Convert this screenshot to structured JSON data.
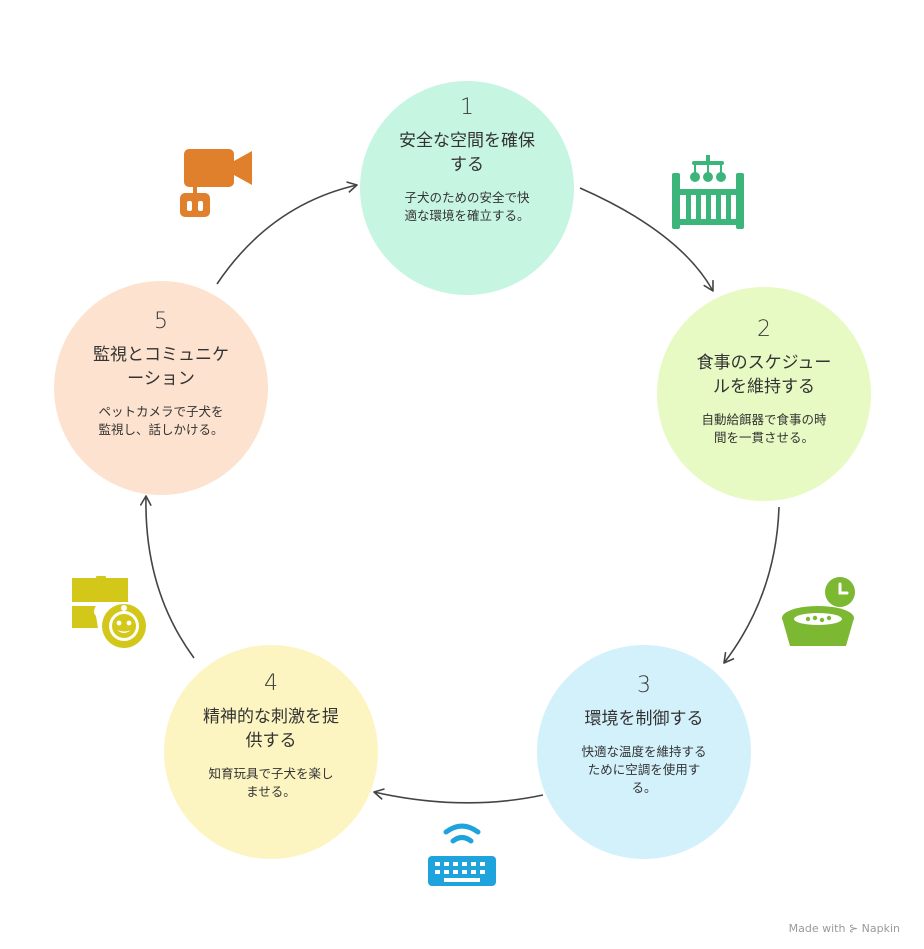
{
  "steps": [
    {
      "number": "1",
      "title_l1": "安全な空間を確保",
      "title_l2": "する",
      "desc_l1": "子犬のための安全で快",
      "desc_l2": "適な環境を確立する。",
      "color": "#c6f6e2"
    },
    {
      "number": "2",
      "title_l1": "食事のスケジュー",
      "title_l2": "ルを維持する",
      "desc_l1": "自動給餌器で食事の時",
      "desc_l2": "間を一貫させる。",
      "color": "#e7fac3"
    },
    {
      "number": "3",
      "title_l1": "環境を制御する",
      "title_l2": "",
      "desc_l1": "快適な温度を維持する",
      "desc_l2": "ために空調を使用す",
      "desc_l3": "る。",
      "color": "#d3f1fb"
    },
    {
      "number": "4",
      "title_l1": "精神的な刺激を提",
      "title_l2": "供する",
      "desc_l1": "知育玩具で子犬を楽し",
      "desc_l2": "ませる。",
      "color": "#fdf5c1"
    },
    {
      "number": "5",
      "title_l1": "監視とコミュニケ",
      "title_l2": "ーション",
      "desc_l1": "ペットカメラで子犬を",
      "desc_l2": "監視し、話しかける。",
      "color": "#fde3cf"
    }
  ],
  "icons": {
    "step1": "crib-icon",
    "step2": "food-bowl-timer-icon",
    "step3": "wifi-keyboard-icon",
    "step4": "puzzle-child-icon",
    "step5": "camera-controller-icon"
  },
  "colors": {
    "crib": "#3cb57a",
    "bowl": "#7cb832",
    "keyboard": "#1fa3dc",
    "puzzle": "#d3c71a",
    "camera": "#e07f2c",
    "arrow": "#444444"
  },
  "watermark": "Made with ⊱ Napkin"
}
